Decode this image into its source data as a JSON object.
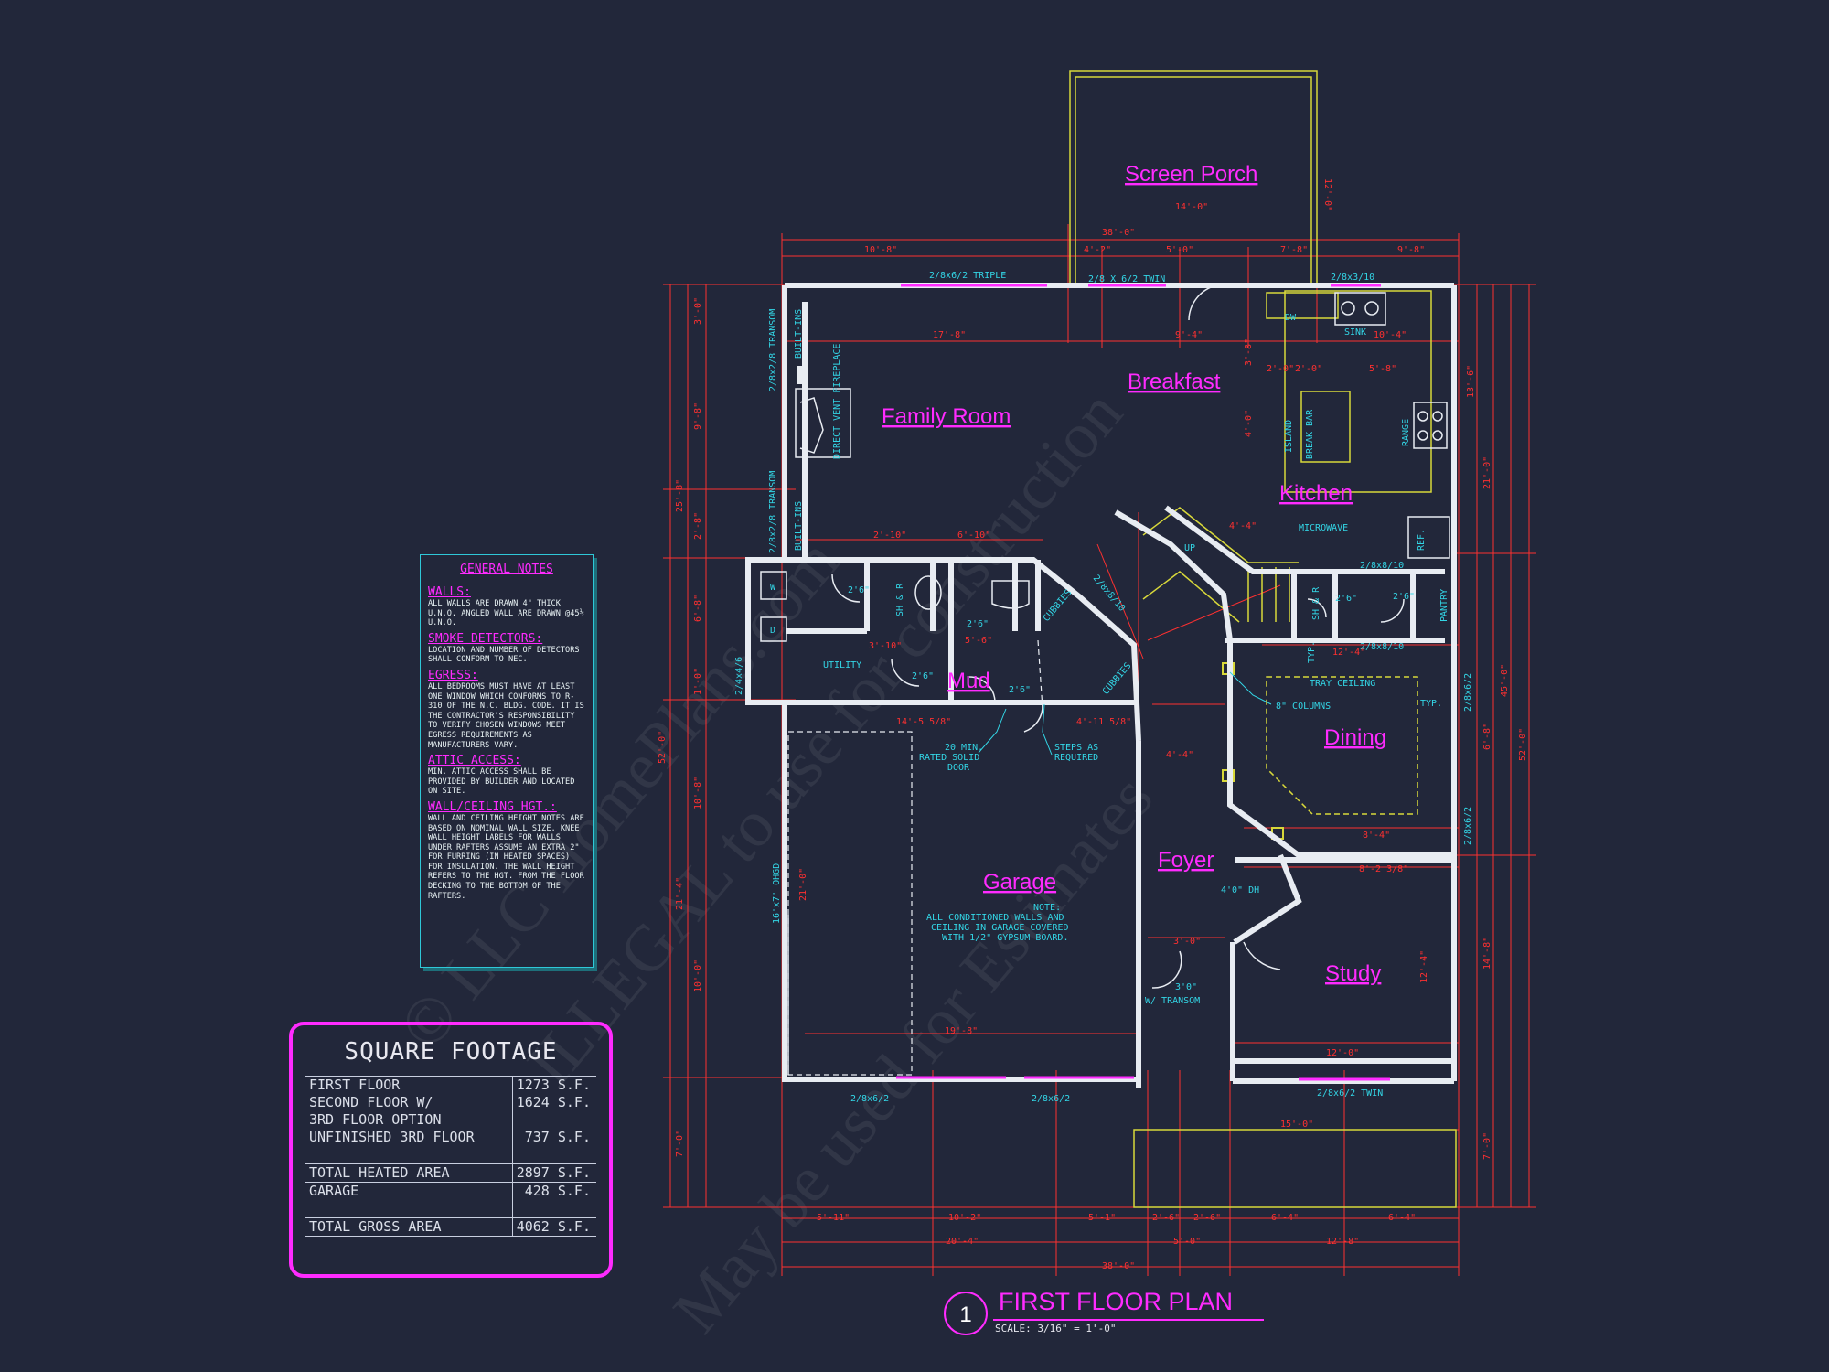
{
  "rooms": {
    "screen_porch": "Screen Porch",
    "family_room": "Family Room",
    "breakfast": "Breakfast",
    "kitchen": "Kitchen",
    "mud": "Mud",
    "dining": "Dining",
    "garage": "Garage",
    "foyer": "Foyer",
    "study": "Study"
  },
  "labels": {
    "triple": "2/8x6/2 TRIPLE",
    "twin_top": "2/8 X 6/2 TWIN",
    "window_2_8x3_10": "2/8x3/10",
    "dw": "DW",
    "sink": "SINK",
    "transom_1": "2/8x2/8 TRANSOM",
    "transom_2": "2/8x2/8 TRANSOM",
    "builtins_1": "BUILT-INS",
    "builtins_2": "BUILT-INS",
    "fireplace": "DIRECT VENT FIREPLACE",
    "island": "ISLAND",
    "breakbar": "BREAK BAR",
    "range": "RANGE",
    "microwave": "MICROWAVE",
    "ref": "REF.",
    "pantry": "PANTRY",
    "cubbies_1": "CUBBIES",
    "cubbies_2": "CUBBIES",
    "utility": "UTILITY",
    "w": "W",
    "d": "D",
    "shr_1": "SH & R",
    "shr_2": "SH & R",
    "door_26_1": "2'6\"",
    "door_26_2": "2'6\"",
    "door_26_3": "2'6\"",
    "door_26_4": "2'6\"",
    "door_26_5": "2'6\"",
    "door_26_6": "2'6\"",
    "window_2_8x8_10_a": "2/8x8/10",
    "window_2_8x8_10_b": "2/8x8/10",
    "window_2_8x8_10_c": "2/8x8/10",
    "window_2_4x4_6": "2/4x4/6",
    "tray_ceiling": "TRAY CEILING",
    "columns": "8\" COLUMNS",
    "typ_1": "TYP.",
    "typ_2": "TYP.",
    "window_2_8x6_2_r1": "2/8x6/2",
    "window_2_8x6_2_r2": "2/8x6/2",
    "rated_door_1": "20 MIN.",
    "rated_door_2": "RATED SOLID",
    "rated_door_3": "DOOR",
    "steps_1": "STEPS AS",
    "steps_2": "REQUIRED",
    "garage_note_1": "NOTE:",
    "garage_note_2": "ALL CONDITIONED WALLS AND",
    "garage_note_3": "CEILING IN GARAGE COVERED",
    "garage_note_4": "WITH 1/2\" GYPSUM BOARD.",
    "ohgd": "16'x7' OHGD",
    "door_dh": "4'0\" DH",
    "door_30": "3'0\"",
    "w_transom": "W/ TRANSOM",
    "bottom_w1": "2/8x6/2",
    "bottom_w2": "2/8x6/2",
    "bottom_twin": "2/8x6/2 TWIN",
    "up": "UP"
  },
  "dimensions": {
    "porch_width": "14'-0\"",
    "overall_top": "38'-0\"",
    "top_1": "10'-8\"",
    "top_2": "4'-2\"",
    "top_3": "5'-0\"",
    "top_4": "7'-8\"",
    "top_5": "9'-8\"",
    "porch_depth": "12'-0\"",
    "family_w": "17'-8\"",
    "break_w": "9'-4\"",
    "sink_w": "10'-4\"",
    "k1": "2'-0\"",
    "k2": "2'-0\"",
    "k3": "5'-8\"",
    "k4": "4'-0\"",
    "k5": "3'-8\"",
    "k6": "4'-4\"",
    "mud1": "2'-10\"",
    "mud2": "6'-10\"",
    "mud3": "3'-10\"",
    "mud4": "5'-6\"",
    "g1": "14'-5 5/8\"",
    "g2": "4'-11 5/8\"",
    "g3": "19'-8\"",
    "g4": "21'-0\"",
    "d1": "12'-4\"",
    "d2": "8'-4\"",
    "d3": "4'-4\"",
    "s1": "8'-2 3/8\"",
    "s2": "12'-0\"",
    "s3": "12'-4\"",
    "s4": "15'-0\"",
    "f1": "3'-0\"",
    "left_1": "3'-0\"",
    "left_2": "9'-8\"",
    "left_3": "2'-8\"",
    "left_4": "6'-8\"",
    "left_5": "1'-0\"",
    "left_6": "10'-8\"",
    "left_7": "21'-4\"",
    "left_8": "10'-0\"",
    "left_9": "7'-0\"",
    "left_total_1": "25'-8\"",
    "left_total_2": "52'-0\"",
    "right_1": "13'-6\"",
    "right_2": "21'-0\"",
    "right_3": "6'-8\"",
    "right_4": "14'-8\"",
    "right_5": "7'-0\"",
    "right_total_1": "45'-0\"",
    "right_total_2": "52'-0\"",
    "bot_1": "5'-11\"",
    "bot_2": "10'-2\"",
    "bot_3": "5'-1\"",
    "bot_4": "2'-6\"",
    "bot_5": "2'-6\"",
    "bot_6": "6'-4\"",
    "bot_7": "6'-4\"",
    "bot_8": "20'-4\"",
    "bot_9": "5'-0\"",
    "bot_10": "12'-8\"",
    "bot_overall": "38'-0\""
  },
  "general_notes": {
    "title": "GENERAL NOTES",
    "sections": [
      {
        "heading": "WALLS:",
        "body": "ALL WALLS ARE DRAWN 4\" THICK U.N.O. ANGLED WALL ARE DRAWN @45½ U.N.O."
      },
      {
        "heading": "SMOKE DETECTORS:",
        "body": "LOCATION AND NUMBER OF DETECTORS SHALL CONFORM TO NEC."
      },
      {
        "heading": "EGRESS:",
        "body": "ALL BEDROOMS MUST HAVE AT LEAST ONE WINDOW WHICH CONFORMS TO R-310 OF THE N.C. BLDG. CODE. IT IS THE CONTRACTOR'S RESPONSIBILITY TO VERIFY CHOSEN WINDOWS MEET EGRESS REQUIREMENTS AS MANUFACTURERS VARY."
      },
      {
        "heading": "ATTIC ACCESS:",
        "body": "MIN. ATTIC ACCESS SHALL BE PROVIDED BY BUILDER AND LOCATED ON SITE."
      },
      {
        "heading": "WALL/CEILING HGT.:",
        "body": "WALL AND CEILING HEIGHT NOTES ARE BASED ON NOMINAL WALL SIZE. KNEE WALL HEIGHT LABELS FOR WALLS UNDER RAFTERS ASSUME AN EXTRA 2\" FOR FURRING (IN HEATED SPACES) FOR INSULATION. THE WALL HEIGHT REFERS TO THE HGT. FROM THE FLOOR DECKING TO THE BOTTOM OF THE RAFTERS."
      }
    ]
  },
  "square_footage": {
    "title": "SQUARE FOOTAGE",
    "rows": [
      {
        "label": "FIRST FLOOR",
        "value": "1273 S.F."
      },
      {
        "label": "SECOND FLOOR W/",
        "value": "1624 S.F."
      },
      {
        "label": "3RD FLOOR OPTION",
        "value": ""
      },
      {
        "label": "UNFINISHED 3RD FLOOR",
        "value": "737 S.F."
      }
    ],
    "total_heated_label": "TOTAL HEATED AREA",
    "total_heated_value": "2897 S.F.",
    "garage_label": "GARAGE",
    "garage_value": "428 S.F.",
    "total_gross_label": "TOTAL GROSS AREA",
    "total_gross_value": "4062 S.F."
  },
  "drawing_title": {
    "number": "1",
    "title": "FIRST FLOOR PLAN",
    "scale": "SCALE: 3/16\" = 1'-0\""
  },
  "watermark": {
    "line1": "© LLC HomePlans.com",
    "line2": "ILLEGAL to use for construction",
    "line3": "May be used for Estimates"
  },
  "colors": {
    "background": "#22273a",
    "walls": "#e8ecf2",
    "dimensions": "#ff3030",
    "room_labels": "#ff2bff",
    "annotations": "#33d6e6",
    "porch": "#d8d83a"
  }
}
